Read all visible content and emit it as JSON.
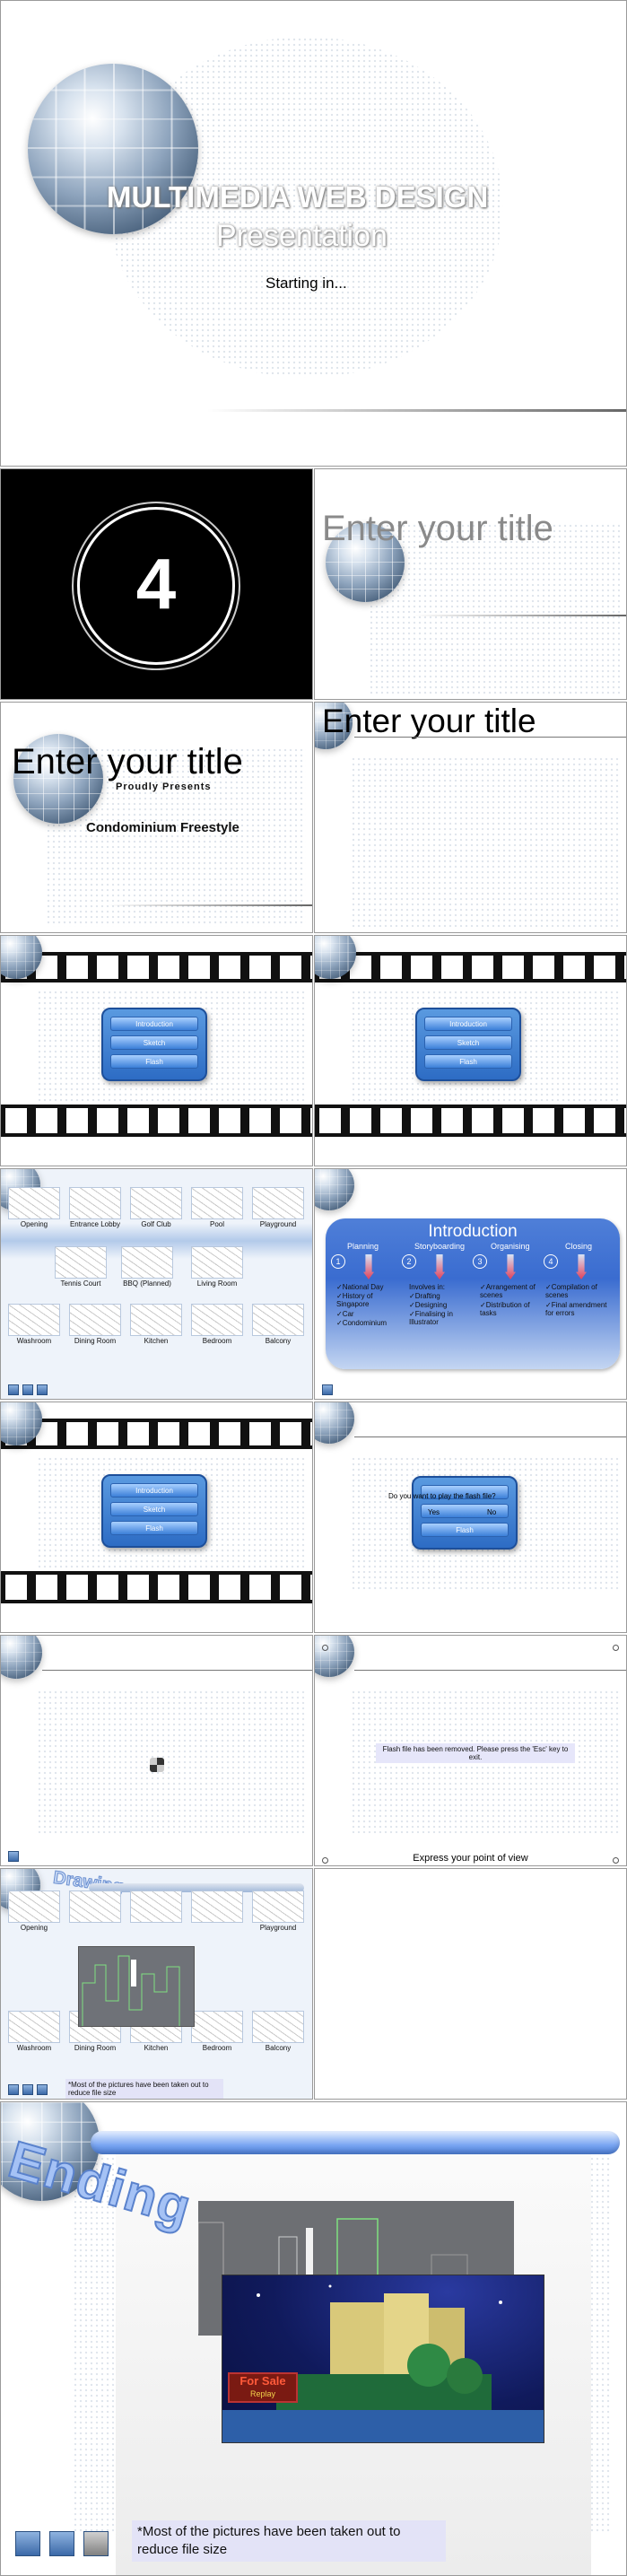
{
  "slide1": {
    "title": "MULTIMEDIA WEB DESIGN",
    "subtitle": "Presentation",
    "starting": "Starting in..."
  },
  "slide2": {
    "countdown": "4"
  },
  "slide3": {
    "title": "Enter your title"
  },
  "slide4": {
    "title": "Enter your title",
    "proudly": "Proudly Presents",
    "project": "Condominium Freestyle"
  },
  "slide5": {
    "title": "Enter your title"
  },
  "menu": {
    "items": [
      "Introduction",
      "Sketch",
      "Flash"
    ]
  },
  "gallery": {
    "rooms": [
      "Opening",
      "Entrance Lobby",
      "Golf Club",
      "Pool",
      "Playground",
      "Tennis Court",
      "BBQ (Planned)",
      "Living Room",
      "Washroom",
      "Dining Room",
      "Kitchen",
      "Bedroom",
      "Balcony"
    ]
  },
  "intro": {
    "title": "Introduction",
    "steps": [
      {
        "num": "1",
        "name": "Planning",
        "lines": [
          "✓National Day",
          "✓History of Singapore",
          "✓Car",
          "✓Condominium"
        ]
      },
      {
        "num": "2",
        "name": "Storyboarding",
        "lines": [
          "Involves in:",
          "✓Drafting",
          "✓Designing",
          "✓Finalising in Illustrator"
        ]
      },
      {
        "num": "3",
        "name": "Organising",
        "lines": [
          "✓Arrangement of scenes",
          "✓Distribution of tasks"
        ]
      },
      {
        "num": "4",
        "name": "Closing",
        "lines": [
          "✓Compilation of scenes",
          "✓Final amendment for errors"
        ]
      }
    ]
  },
  "flashPrompt": {
    "question": "Do you want to play the flash file?",
    "yes": "Yes",
    "no": "No",
    "flash": "Flash"
  },
  "removed": {
    "message": "Flash file has been removed. Please press the 'Esc' key to exit.",
    "footer": "Express your point of view"
  },
  "gallery2": {
    "heading": "Drawing",
    "note": "*Most of the pictures have been taken out to reduce file size"
  },
  "ending": {
    "heading": "Ending",
    "forsale": "For Sale",
    "replay": "Replay",
    "note": "*Most of the pictures have been taken out to reduce file size"
  }
}
